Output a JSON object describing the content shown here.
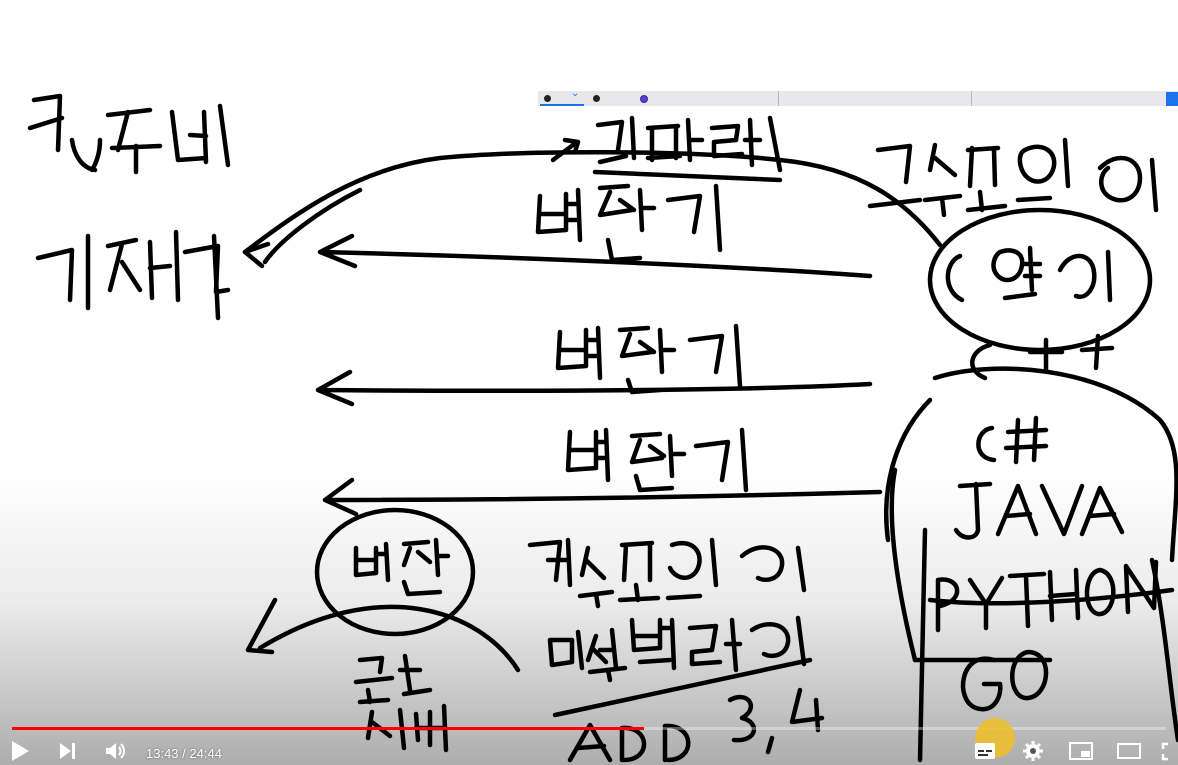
{
  "video": {
    "current_time": "13:43",
    "separator": " / ",
    "duration": "24:44",
    "progress_fraction": 0.548
  },
  "colors": {
    "progress_played": "#ff0000",
    "ink": "#000000",
    "accent": "#1a73e8",
    "highlight": "#f0be28"
  },
  "controls": {
    "icons": [
      "play-icon",
      "next-icon",
      "volume-icon",
      "subtitles-icon",
      "settings-icon",
      "miniplayer-icon",
      "theater-icon",
      "fullscreen-icon"
    ]
  }
}
